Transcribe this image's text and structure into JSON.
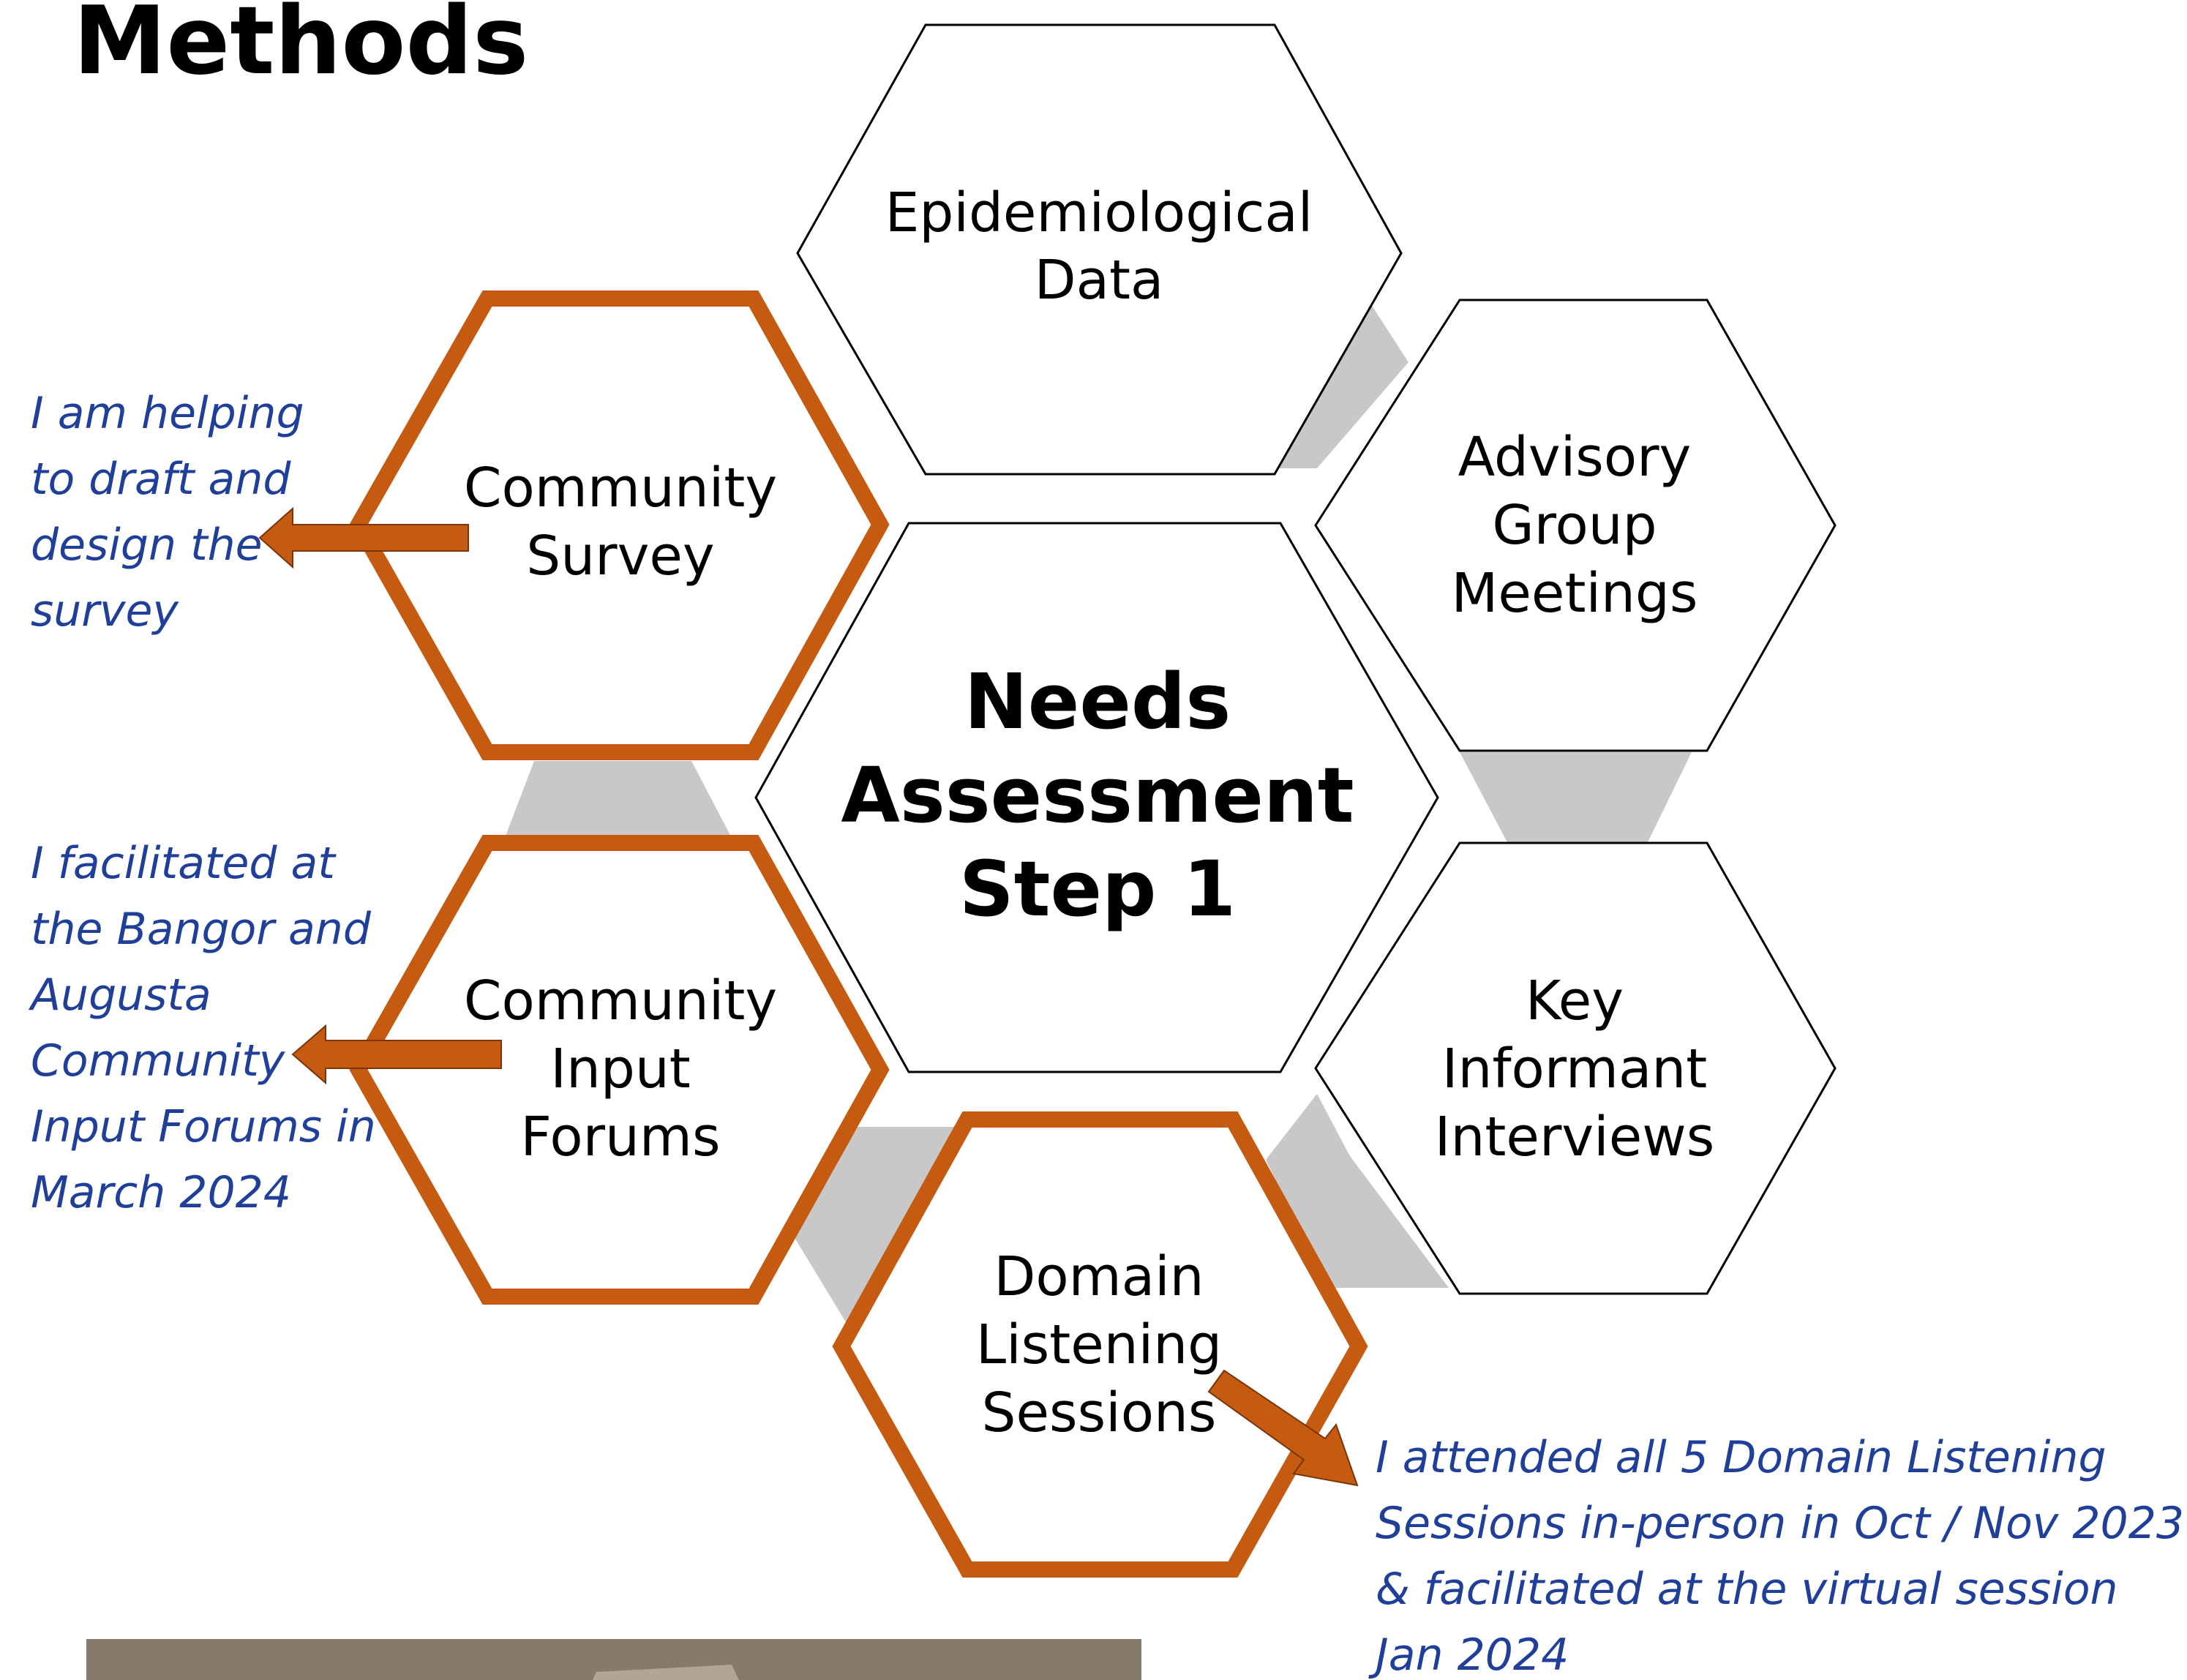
{
  "page": {
    "title": "Methods"
  },
  "colors": {
    "accent_orange": "#c55a11",
    "note_blue": "#1f3f99",
    "connector_gray": "#c8c8c8",
    "hex_stroke": "#000000"
  },
  "diagram": {
    "center": {
      "lines": [
        "Needs",
        "Assessment",
        "Step 1"
      ]
    },
    "hexes": {
      "epidemiological": {
        "lines": [
          "Epidemiological",
          "Data"
        ],
        "highlighted": false
      },
      "advisory": {
        "lines": [
          "Advisory",
          "Group",
          "Meetings"
        ],
        "highlighted": false
      },
      "key_informant": {
        "lines": [
          "Key",
          "Informant",
          "Interviews"
        ],
        "highlighted": false
      },
      "survey": {
        "lines": [
          "Community",
          "Survey"
        ],
        "highlighted": true
      },
      "forums": {
        "lines": [
          "Community",
          "Input",
          "Forums"
        ],
        "highlighted": true
      },
      "listening": {
        "lines": [
          "Domain",
          "Listening",
          "Sessions"
        ],
        "highlighted": true
      }
    }
  },
  "notes": {
    "survey": {
      "lines": [
        "I am helping",
        "to draft and",
        "design the",
        "survey"
      ]
    },
    "forums": {
      "lines": [
        "I facilitated at",
        "the Bangor and",
        "Augusta",
        "Community",
        "Input Forums in",
        "March 2024"
      ]
    },
    "listening": {
      "lines": [
        "I attended all 5 Domain Listening",
        "Sessions in-person in Oct / Nov 2023",
        "& facilitated at the virtual session",
        "Jan 2024"
      ]
    }
  },
  "photo": {
    "visible": true,
    "color": "#857a6c"
  }
}
